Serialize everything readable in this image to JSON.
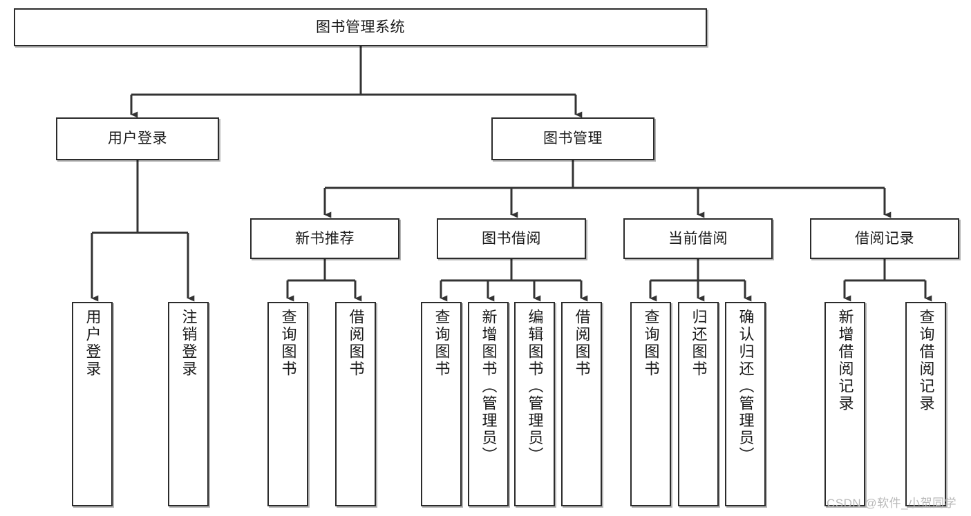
{
  "diagram": {
    "type": "hierarchy-tree",
    "title": "图书管理系统",
    "nodes": {
      "root": {
        "label": "图书管理系统",
        "level": 1
      },
      "login": {
        "label": "用户登录",
        "level": 2
      },
      "book_mgmt": {
        "label": "图书管理",
        "level": 2
      },
      "new_book": {
        "label": "新书推荐",
        "level": 3
      },
      "borrow": {
        "label": "图书借阅",
        "level": 3
      },
      "current": {
        "label": "当前借阅",
        "level": 3
      },
      "records": {
        "label": "借阅记录",
        "level": 3
      },
      "leaf_login_1": {
        "label": "用户登录",
        "level": 4
      },
      "leaf_login_2": {
        "label": "注销登录",
        "level": 4
      },
      "leaf_new_1": {
        "label": "查询图书",
        "level": 4
      },
      "leaf_new_2": {
        "label": "借阅图书",
        "level": 4
      },
      "leaf_borrow_1": {
        "label": "查询图书",
        "level": 4
      },
      "leaf_borrow_2": {
        "label": "新增图书（管理员）",
        "level": 4
      },
      "leaf_borrow_3": {
        "label": "编辑图书（管理员）",
        "level": 4
      },
      "leaf_borrow_4": {
        "label": "借阅图书",
        "level": 4
      },
      "leaf_current_1": {
        "label": "查询图书",
        "level": 4
      },
      "leaf_current_2": {
        "label": "归还图书",
        "level": 4
      },
      "leaf_current_3": {
        "label": "确认归还（管理员）",
        "level": 4
      },
      "leaf_records_1": {
        "label": "新增借阅记录",
        "level": 4
      },
      "leaf_records_2": {
        "label": "查询借阅记录",
        "level": 4
      }
    },
    "edges": [
      {
        "from": "root",
        "to": "login"
      },
      {
        "from": "root",
        "to": "book_mgmt"
      },
      {
        "from": "login",
        "to": "leaf_login_1"
      },
      {
        "from": "login",
        "to": "leaf_login_2"
      },
      {
        "from": "book_mgmt",
        "to": "new_book"
      },
      {
        "from": "book_mgmt",
        "to": "borrow"
      },
      {
        "from": "book_mgmt",
        "to": "current"
      },
      {
        "from": "book_mgmt",
        "to": "records"
      },
      {
        "from": "new_book",
        "to": "leaf_new_1"
      },
      {
        "from": "new_book",
        "to": "leaf_new_2"
      },
      {
        "from": "borrow",
        "to": "leaf_borrow_1"
      },
      {
        "from": "borrow",
        "to": "leaf_borrow_2"
      },
      {
        "from": "borrow",
        "to": "leaf_borrow_3"
      },
      {
        "from": "borrow",
        "to": "leaf_borrow_4"
      },
      {
        "from": "current",
        "to": "leaf_current_1"
      },
      {
        "from": "current",
        "to": "leaf_current_2"
      },
      {
        "from": "current",
        "to": "leaf_current_3"
      },
      {
        "from": "records",
        "to": "leaf_records_1"
      },
      {
        "from": "records",
        "to": "leaf_records_2"
      }
    ],
    "colors": {
      "box_border": "#2b2b2b",
      "box_fill": "#ffffff",
      "connector": "#333333",
      "text": "#1a1a1a",
      "watermark": "#b9b9b9",
      "background": "#ffffff"
    }
  },
  "watermark": {
    "text": "CSDN @软件_小贺同学"
  }
}
